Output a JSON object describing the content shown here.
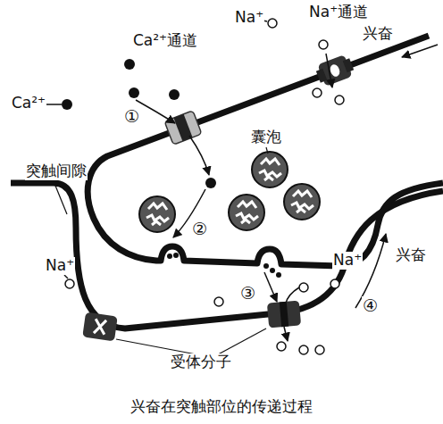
{
  "diagram": {
    "caption": "兴奋在突触部位的传递过程",
    "labels": [
      "Na⁺",
      "Na⁺通道",
      "兴奋",
      "Ca²⁺",
      "Ca²⁺通道",
      "①",
      "囊泡",
      "突触间隙",
      "②",
      "Na⁺",
      "Na⁺",
      "兴奋",
      "③",
      "④",
      "受体分子"
    ]
  }
}
